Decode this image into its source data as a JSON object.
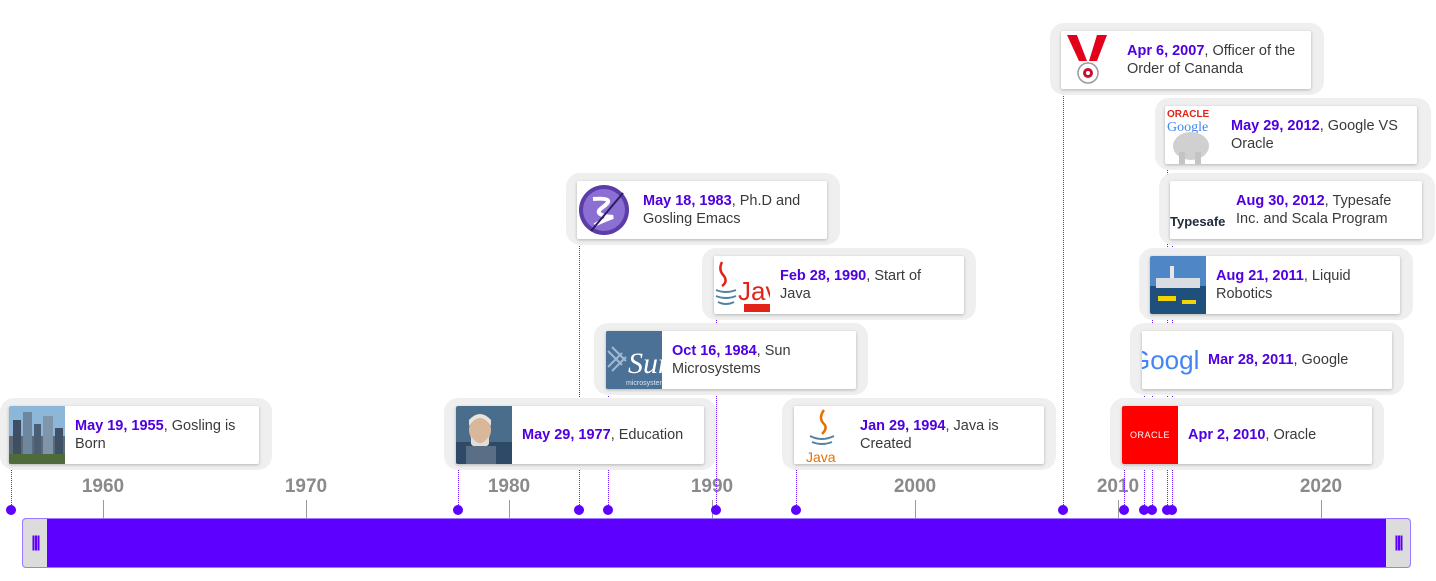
{
  "axis": {
    "labels": [
      "1960",
      "1970",
      "1980",
      "1990",
      "2000",
      "2010",
      "2020"
    ]
  },
  "events": [
    {
      "id": "gosling-born",
      "date": "May 19, 1955",
      "text": "Gosling is Born",
      "icon": "city-skyline-photo"
    },
    {
      "id": "education",
      "date": "May 29, 1977",
      "text": "Education",
      "icon": "portrait-photo"
    },
    {
      "id": "phd-emacs",
      "date": "May 18, 1983",
      "text": "Ph.D and Gosling Emacs",
      "icon": "emacs-logo"
    },
    {
      "id": "sun",
      "date": "Oct 16, 1984",
      "text": "Sun Microsystems",
      "icon": "sun-logo"
    },
    {
      "id": "start-java",
      "date": "Feb 28, 1990",
      "text": "Start of Java",
      "icon": "java-oracle-logo"
    },
    {
      "id": "java-created",
      "date": "Jan 29, 1994",
      "text": "Java is Created",
      "icon": "java-logo"
    },
    {
      "id": "officer-order",
      "date": "Apr 6, 2007",
      "text": "Officer of the Order of Cananda",
      "icon": "order-medal"
    },
    {
      "id": "oracle",
      "date": "Apr 2, 2010",
      "text": "Oracle",
      "icon": "oracle-logo"
    },
    {
      "id": "google",
      "date": "Mar 28, 2011",
      "text": "Google",
      "icon": "google-logo"
    },
    {
      "id": "liquid-robotics",
      "date": "Aug 21, 2011",
      "text": "Liquid Robotics",
      "icon": "boat-photo"
    },
    {
      "id": "google-vs-oracle",
      "date": "May 29, 2012",
      "text": "Google VS Oracle",
      "icon": "google-oracle-logo"
    },
    {
      "id": "typesafe",
      "date": "Aug 30, 2012",
      "text": "Typesafe Inc. and Scala Program",
      "icon": "typesafe-logo"
    }
  ],
  "thumb_text": {
    "sun": "Sun",
    "sun_sub": "microsystems",
    "java": "Java",
    "oracle": "ORACLE",
    "google": "Google",
    "typesafe": "Typesafe"
  },
  "colors": {
    "accent": "#5e00ff",
    "date_text": "#5000e0",
    "oracle_red": "#ff0000"
  },
  "range_bar": {
    "left_handle": "|||",
    "right_handle": "|||"
  }
}
